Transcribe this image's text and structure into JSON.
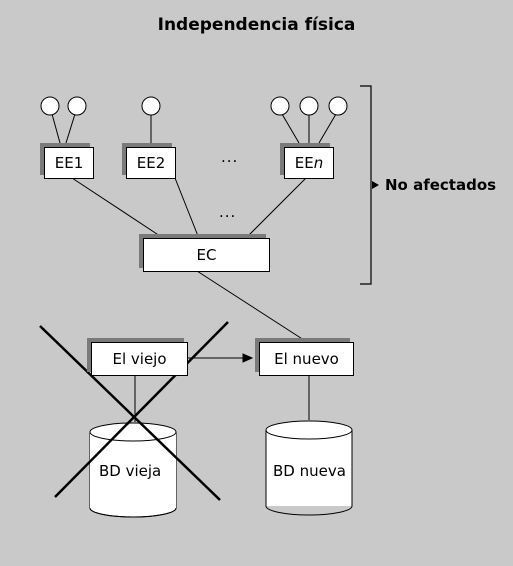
{
  "title": "Independencia física",
  "external_schemas": [
    {
      "label": "EE1"
    },
    {
      "label": "EE2"
    },
    {
      "label": "EE",
      "suffix": "n"
    }
  ],
  "ellipsis_top": "...",
  "ellipsis_mid": "...",
  "conceptual_schema": "EC",
  "internal_old": "El viejo",
  "internal_new": "El nuevo",
  "db_old": "BD vieja",
  "db_new": "BD nueva",
  "side_label": "No afectados"
}
